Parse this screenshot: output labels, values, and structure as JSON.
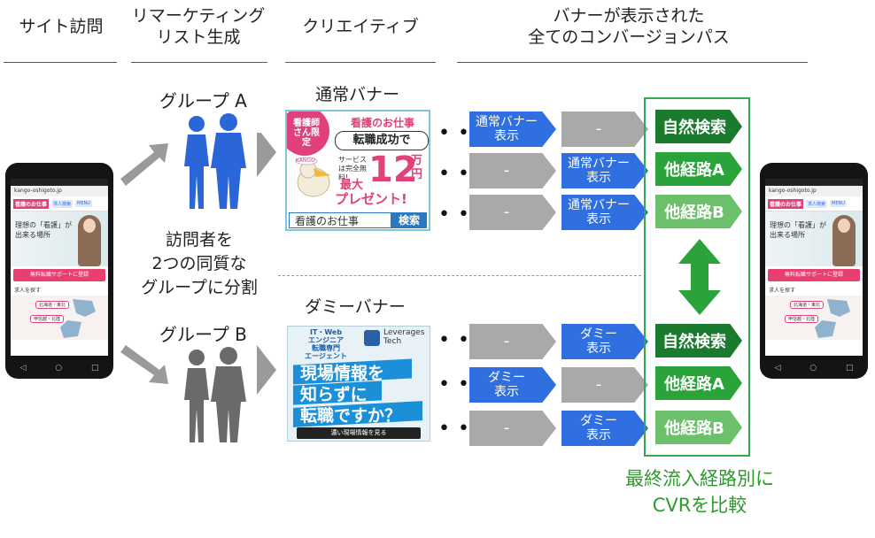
{
  "headers": {
    "site_visit": "サイト訪問",
    "remarketing": "リマーケティング\nリスト生成",
    "creative": "クリエイティブ",
    "paths": "バナーが表示された\n全てのコンバージョンパス"
  },
  "groups": {
    "a": "グループ A",
    "b": "グループ B"
  },
  "split_text": "訪問者を\n2つの同質な\nグループに分割",
  "banner_titles": {
    "normal": "通常バナー",
    "dummy": "ダミーバナー"
  },
  "banner_normal": {
    "badge": "看護師さん限定",
    "brand": "看護のお仕事",
    "headline": "転職成功で",
    "sub": "サービスは完全無料!",
    "amount_prefix": "最大",
    "amount": "12",
    "unit": "万円",
    "present": "プレゼント!",
    "search_text": "看護のお仕事",
    "search_button": "検索",
    "logo": "KANGO"
  },
  "banner_dummy": {
    "tag": "IT・Web\nエンジニア\n転職専門\nエージェント",
    "brand": "Leverages\nTech",
    "line1": "現場情報を",
    "line2": "知らずに",
    "line3": "転職ですか？",
    "cta": "濃い現場情報を見る"
  },
  "paths_normal": [
    [
      {
        "type": "blue",
        "label": "通常バナー\n表示"
      },
      {
        "type": "gray",
        "label": "-"
      },
      {
        "type": "green1",
        "label": "自然検索"
      }
    ],
    [
      {
        "type": "gray",
        "label": "-"
      },
      {
        "type": "blue",
        "label": "通常バナー\n表示"
      },
      {
        "type": "green2",
        "label": "他経路A"
      }
    ],
    [
      {
        "type": "gray",
        "label": "-"
      },
      {
        "type": "blue",
        "label": "通常バナー\n表示"
      },
      {
        "type": "green3",
        "label": "他経路B"
      }
    ]
  ],
  "paths_dummy": [
    [
      {
        "type": "gray",
        "label": "-"
      },
      {
        "type": "blue",
        "label": "ダミー\n表示"
      },
      {
        "type": "green1",
        "label": "自然検索"
      }
    ],
    [
      {
        "type": "blue",
        "label": "ダミー\n表示"
      },
      {
        "type": "gray",
        "label": "-"
      },
      {
        "type": "green2",
        "label": "他経路A"
      }
    ],
    [
      {
        "type": "gray",
        "label": "-"
      },
      {
        "type": "blue",
        "label": "ダミー\n表示"
      },
      {
        "type": "green3",
        "label": "他経路B"
      }
    ]
  ],
  "ellipsis": "• • •",
  "result_text": "最終流入経路別に\nCVRを比較",
  "phone": {
    "url": "kango-oshigoto.jp",
    "logo": "看護のお仕事",
    "btn1": "求人検索",
    "btn2": "MENU",
    "hero_line1": "理想の「看護」が",
    "hero_line2": "出来る場所",
    "cta": "無料転職サポートに登録",
    "find": "求人を探す",
    "region1": "北海道・東北",
    "region2": "甲信越・北陸"
  },
  "colors": {
    "blue": "#2f6fe0",
    "gray": "#a9a9a9",
    "green_dark": "#1a7a2e",
    "green_mid": "#2aa33a",
    "green_light": "#6cc06c",
    "result": "#2d9a2d"
  }
}
